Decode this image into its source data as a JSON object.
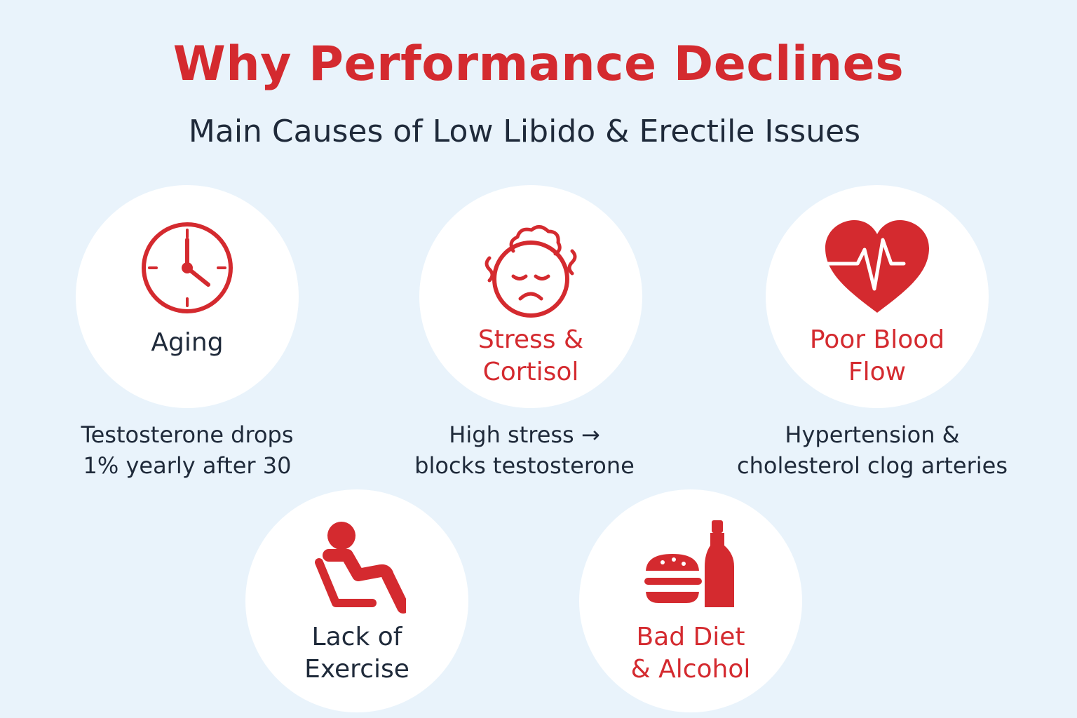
{
  "title": "Why Performance Declines",
  "subtitle": "Main Causes of Low Libido & Erectile Issues",
  "colors": {
    "accent": "#d42a2f",
    "text": "#1f2a3a",
    "background": "#e9f3fb",
    "card": "#ffffff"
  },
  "causes": [
    {
      "icon": "clock-icon",
      "label_line1": "Aging",
      "label_line2": "",
      "desc_line1": "Testosterone drops",
      "desc_line2": "1% yearly after 30"
    },
    {
      "icon": "stressed-face-icon",
      "label_line1": "Stress &",
      "label_line2": "Cortisol",
      "desc_line1": "High stress →",
      "desc_line2": "blocks testosterone"
    },
    {
      "icon": "heart-pulse-icon",
      "label_line1": "Poor Blood",
      "label_line2": "Flow",
      "desc_line1": "Hypertension &",
      "desc_line2": "cholesterol clog arteries"
    },
    {
      "icon": "sitting-person-icon",
      "label_line1": "Lack of",
      "label_line2": "Exercise"
    },
    {
      "icon": "burger-bottle-icon",
      "label_line1": "Bad Diet",
      "label_line2": "& Alcohol"
    }
  ]
}
